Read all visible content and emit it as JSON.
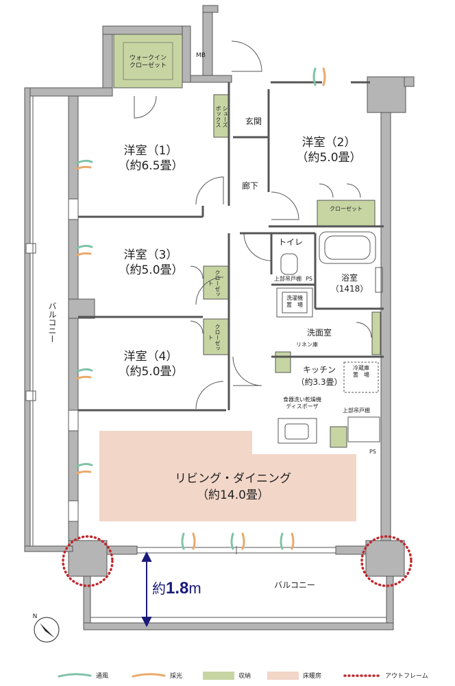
{
  "rooms": {
    "walk_in_closet": "ウォークイン\nクローゼット",
    "mb": "MB",
    "shoes_box": "シューズ\nボックス",
    "entrance": "玄関",
    "western_room_1": "洋室（1）",
    "western_room_1_size": "（約6.5畳）",
    "western_room_2": "洋室（2）",
    "western_room_2_size": "（約5.0畳）",
    "western_room_3": "洋室（3）",
    "western_room_3_size": "（約5.0畳）",
    "western_room_4": "洋室（4）",
    "western_room_4_size": "（約5.0畳）",
    "hallway": "廊下",
    "closet_room2": "クローゼット",
    "closet_room3": "クローゼット",
    "closet_room4": "クローゼット",
    "toilet": "トイレ",
    "upper_cabinet_toilet": "上部吊戸棚",
    "ps_1": "PS",
    "bathroom": "浴室",
    "bathroom_size": "（1418）",
    "washing_machine": "洗濯機\n置　場",
    "washroom": "洗面室",
    "linen": "リネン庫",
    "kitchen": "キッチン",
    "kitchen_size": "（約3.3畳）",
    "fridge": "冷蔵庫\n置　場",
    "dishwasher": "食器洗い乾燥機\nディスポーザ",
    "upper_cabinet_kitchen": "上部吊戸棚",
    "ps_2": "PS",
    "living_dining": "リビング・ダイニング",
    "living_dining_size": "（約14.0畳）",
    "balcony_side": "バルコニー",
    "balcony_front": "バルコニー"
  },
  "dimension": {
    "prefix": "約",
    "value": "1.8",
    "unit": "m"
  },
  "north": "N",
  "legend": [
    {
      "label": "通風",
      "color": "#7fc3a6"
    },
    {
      "label": "採光",
      "color": "#e9a96a"
    },
    {
      "label": "収納",
      "color": "#c7d5a3"
    },
    {
      "label": "床暖房",
      "color": "#f2d6c8"
    },
    {
      "label": "アウトフレーム",
      "color": "#c0282d"
    }
  ],
  "colors": {
    "wall": "#b5b5b5",
    "wall_stroke": "#555555",
    "storage": "#c7d5a3",
    "floor_heating": "#f2d6c8",
    "outframe": "#c0282d",
    "dimension": "#1a1a7a"
  }
}
